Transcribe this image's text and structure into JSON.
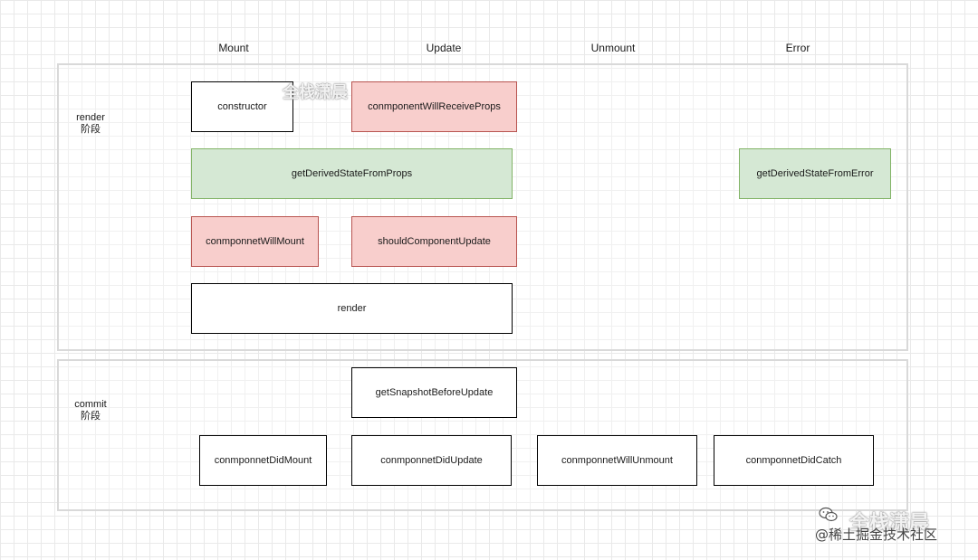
{
  "columns": {
    "mount": "Mount",
    "update": "Update",
    "unmount": "Unmount",
    "error": "Error"
  },
  "phases": {
    "render": {
      "name": "render",
      "sub": "阶段"
    },
    "commit": {
      "name": "commit",
      "sub": "阶段"
    }
  },
  "nodes": {
    "constructor": "constructor",
    "will_receive_props": "conmponentWillReceiveProps",
    "derived_state_from_props": "getDerivedStateFromProps",
    "derived_state_from_error": "getDerivedStateFromError",
    "will_mount": "conmponnetWillMount",
    "should_update": "shouldComponentUpdate",
    "render": "render",
    "snapshot": "getSnapshotBeforeUpdate",
    "did_mount": "conmponnetDidMount",
    "did_update": "conmponnetDidUpdate",
    "will_unmount": "conmponnetWillUnmount",
    "did_catch": "conmponnetDidCatch"
  },
  "colors": {
    "green_fill": "#d5e8d4",
    "green_border": "#82b366",
    "red_fill": "#f8cecc",
    "red_border": "#b85450"
  },
  "watermarks": {
    "top": "全栈潇晨",
    "bottom": "全栈潇晨",
    "bottom_sub": "@稀土掘金技术社区"
  },
  "icons": {
    "wechat": "wechat-icon"
  }
}
